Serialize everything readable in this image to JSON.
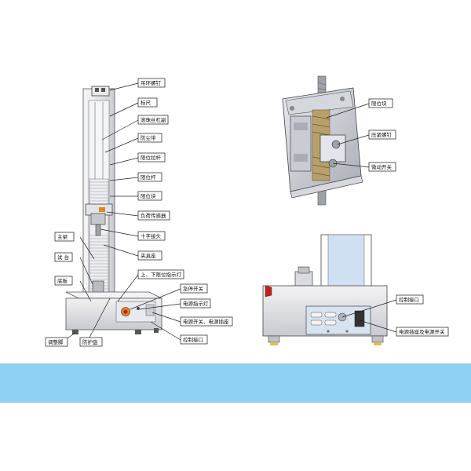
{
  "colors": {
    "band": "#8fd0f5",
    "frame": "#e8e8ea",
    "frame_dark": "#9a9aa0",
    "column_blue": "#cfe0f3",
    "panel": "#d7e3ee",
    "knob_red": "#c81e1e",
    "knob_orange": "#e08a1a"
  },
  "left_labels_right": [
    {
      "id": "top-screw",
      "text": "吊环螺钉"
    },
    {
      "id": "ruler",
      "text": "标尺"
    },
    {
      "id": "ball-screw",
      "text": "滚珠丝杠副"
    },
    {
      "id": "guard-strip",
      "text": "防尘带"
    },
    {
      "id": "limit-rod",
      "text": "限位拉杆"
    },
    {
      "id": "limit-bar",
      "text": "限位杆"
    },
    {
      "id": "limit-block",
      "text": "限位块"
    },
    {
      "id": "load-sensor",
      "text": "负荷传感器"
    },
    {
      "id": "cross-head",
      "text": "十字接头"
    },
    {
      "id": "clamp-seat",
      "text": "夹具座"
    },
    {
      "id": "limit-indicator",
      "text": "上、下限位指示灯"
    },
    {
      "id": "stop-switch",
      "text": "急停开关"
    },
    {
      "id": "power-indicator",
      "text": "电源指示灯"
    },
    {
      "id": "power-switch-socket",
      "text": "电源开关、电源插座"
    },
    {
      "id": "control-port",
      "text": "控制接口"
    }
  ],
  "left_labels_left": [
    {
      "id": "main-beam",
      "text": "主梁"
    },
    {
      "id": "specimen",
      "text": "试 台"
    },
    {
      "id": "base-plate",
      "text": "底板"
    },
    {
      "id": "leveling-foot",
      "text": "调整脚"
    },
    {
      "id": "guard-plate",
      "text": "防护盘"
    }
  ],
  "top_right_labels": [
    {
      "id": "limit-block-2",
      "text": "限位块"
    },
    {
      "id": "press-screw",
      "text": "压紧螺钉"
    },
    {
      "id": "trigger-switch",
      "text": "微动开关"
    }
  ],
  "bottom_right_labels": [
    {
      "id": "control-port-2",
      "text": "控制接口"
    },
    {
      "id": "power-socket-switch",
      "text": "电源插座及电源开关"
    }
  ]
}
